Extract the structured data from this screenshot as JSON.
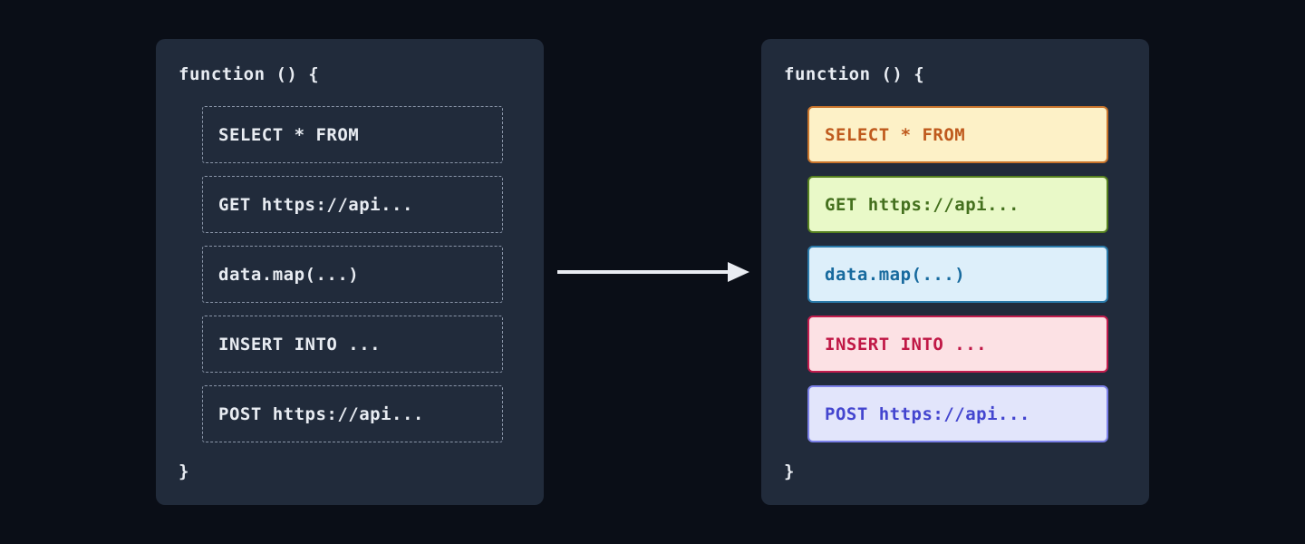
{
  "colors": {
    "page_bg": "#0a0e17",
    "panel_bg": "#212b3b",
    "code_text": "#e8ecf2",
    "dashed_border": "#8a95a8",
    "arrow": "#e9ecf2"
  },
  "before_panel": {
    "header": "function () {",
    "footer": "}",
    "snippets": [
      "SELECT * FROM",
      "GET https://api...",
      "data.map(...)",
      "INSERT INTO ...",
      "POST https://api..."
    ]
  },
  "after_panel": {
    "header": "function () {",
    "footer": "}",
    "snippets": [
      {
        "label": "SELECT * FROM",
        "kind": "sql-select",
        "bg": "#fdf1c7",
        "border": "#c9742b",
        "text": "#bf5a1d"
      },
      {
        "label": "GET https://api...",
        "kind": "http-get",
        "bg": "#e9f9c8",
        "border": "#55801f",
        "text": "#44701e"
      },
      {
        "label": "data.map(...)",
        "kind": "js-map",
        "bg": "#ddeffa",
        "border": "#2a7aaa",
        "text": "#176a9e"
      },
      {
        "label": "INSERT INTO ...",
        "kind": "sql-insert",
        "bg": "#fce1e4",
        "border": "#c21c4d",
        "text": "#c01846"
      },
      {
        "label": "POST https://api...",
        "kind": "http-post",
        "bg": "#e2e5fb",
        "border": "#7b80e8",
        "text": "#4345cf"
      }
    ]
  }
}
